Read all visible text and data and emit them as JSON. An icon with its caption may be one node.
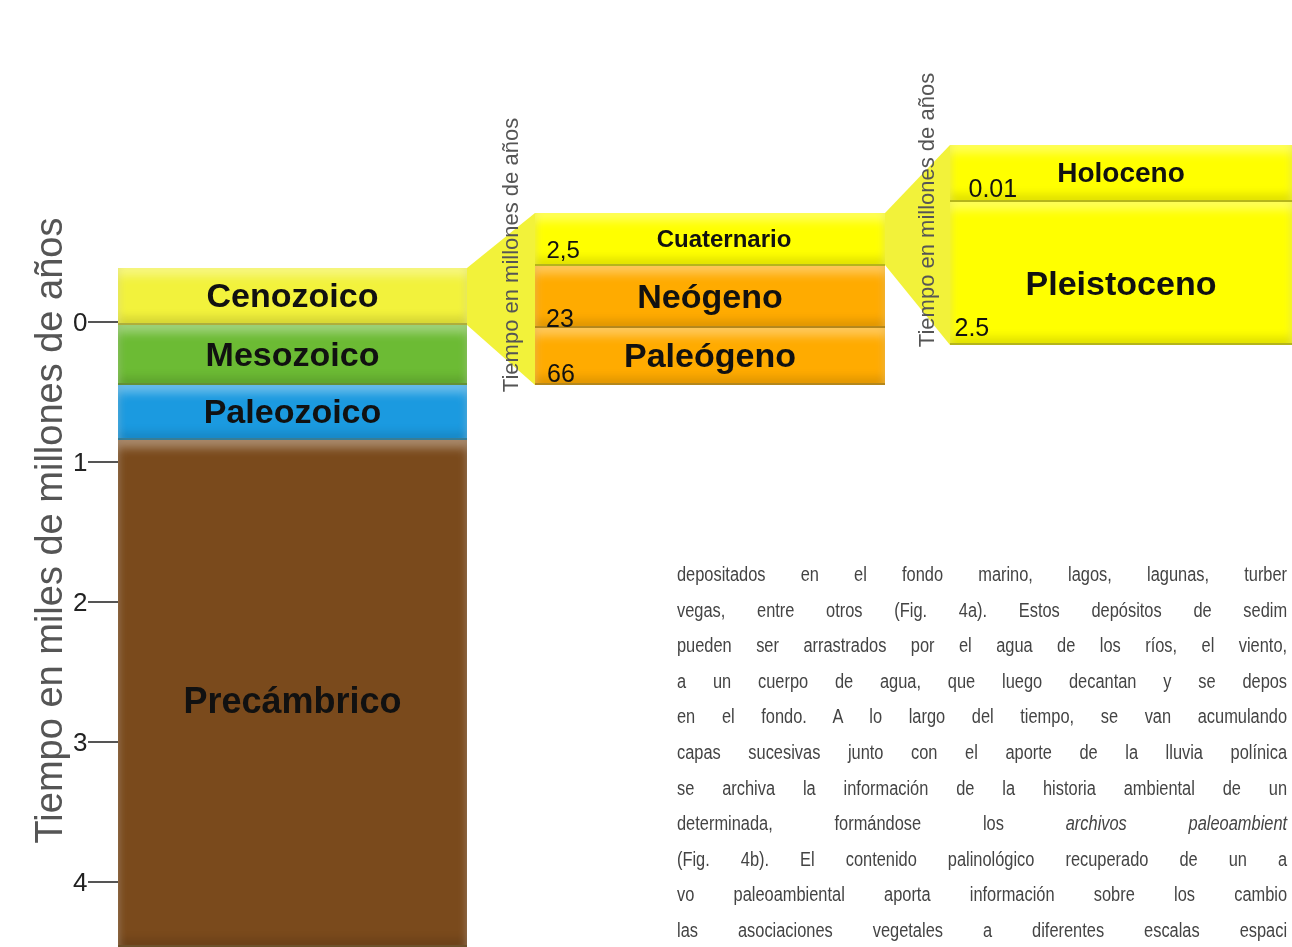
{
  "diagram": {
    "nodes": [
      {
        "text": [
          "Cenozoico"
        ]
      },
      {
        "text": [
          "Mesozoico"
        ]
      },
      {
        "text": [
          "Paleozoico"
        ]
      },
      {
        "text": [
          "Precámbrico"
        ]
      },
      {
        "text": [
          "Cuaternario"
        ]
      },
      {
        "text": [
          "Neógeno"
        ]
      },
      {
        "text": [
          "Paleógeno"
        ]
      },
      {
        "text": [
          "Holoceno"
        ]
      },
      {
        "text": [
          "Pleistoceno"
        ]
      },
      {
        "text": [],
        "shape": "funnel"
      },
      {
        "text": [],
        "shape": "funnel"
      }
    ],
    "labels": [
      "Tiempo en miles de millones de años",
      "0",
      "1",
      "2",
      "3",
      "4",
      "Tiempo en millones de años",
      "2,5",
      "23",
      "66",
      "Tiempo en millones de años",
      "0.01",
      "2.5",
      "depositados en el fondo marino, lagos, lagunas, turber",
      "vegas, entre otros (Fig. 4a). Estos depósitos de sedim",
      "pueden ser arrastrados por el agua de los ríos, el viento,",
      "a un cuerpo de agua, que luego decantan y se depos",
      "en el fondo. A lo largo del tiempo, se van acumulando",
      "capas sucesivas junto con el aporte de la lluvia polínica",
      "se archiva la información de la historia ambiental de un",
      "determinada, formándose los *archivos paleoambient*",
      "(Fig. 4b). El contenido palinológico recuperado de un a",
      "vo paleoambiental aporta información sobre los cambio",
      "las asociaciones vegetales a diferentes escalas espaci"
    ]
  }
}
